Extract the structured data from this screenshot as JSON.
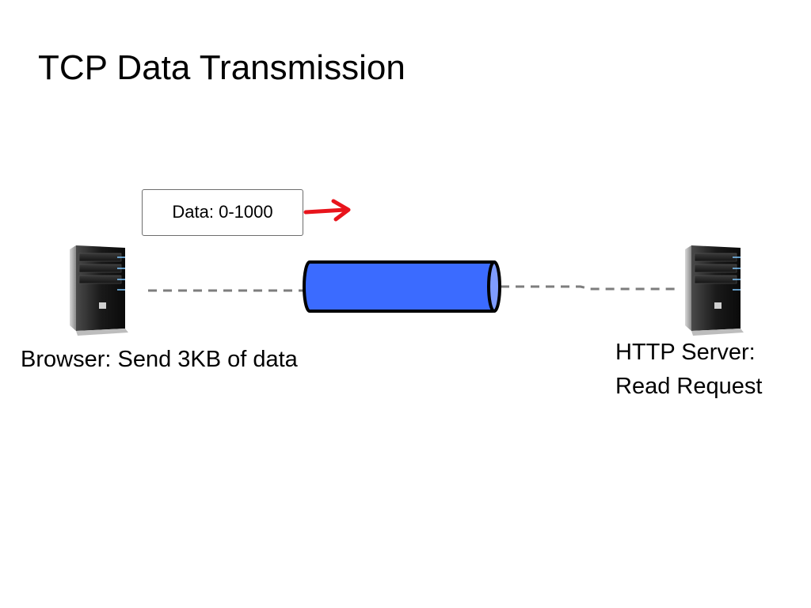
{
  "slide": {
    "title": "TCP Data Transmission"
  },
  "packet": {
    "label": "Data: 0-1000",
    "arrow_color": "#e8141c"
  },
  "browser": {
    "icon": "server-tower-icon",
    "caption": "Browser:  Send 3KB of data"
  },
  "server": {
    "icon": "server-tower-icon",
    "caption_line1": "HTTP Server:",
    "caption_line2": "Read Request"
  },
  "connection": {
    "pipe_icon": "tcp-pipe-icon",
    "pipe_color": "#3b6bff",
    "pipe_end_color": "#7f9cff",
    "link_color": "#7d7d7d"
  }
}
